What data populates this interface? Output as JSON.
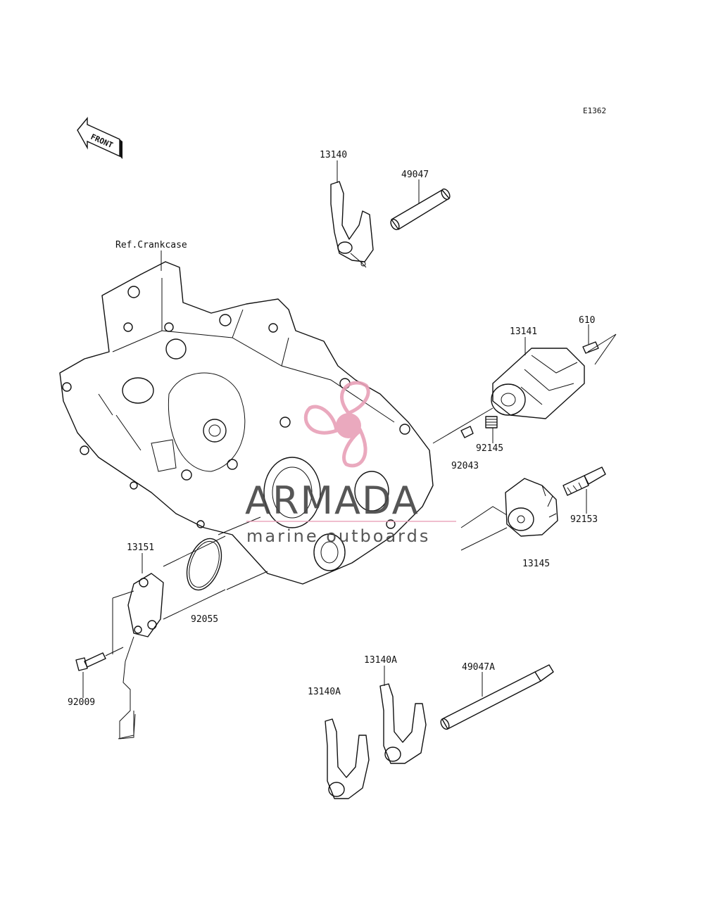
{
  "diagram_code": "E1362",
  "front_label": "FRONT",
  "ref_label": "Ref.Crankcase",
  "parts": {
    "shift_fork_13140": "13140",
    "shaft_49047": "49047",
    "drum_13141": "13141",
    "pin_610": "610",
    "spring_92145": "92145",
    "pin_92043": "92043",
    "bolt_92153": "92153",
    "cam_13145": "13145",
    "plate_13151": "13151",
    "oring_92055": "92055",
    "bolt_92009": "92009",
    "fork_13140A_upper": "13140A",
    "fork_13140A_lower": "13140A",
    "shaft_49047A": "49047A"
  },
  "watermark": {
    "brand": "ARMADA",
    "tagline": "marine outboards",
    "colors": {
      "prop": "#e8a0b8",
      "text": "#444444",
      "line": "#e8a0b8"
    }
  }
}
